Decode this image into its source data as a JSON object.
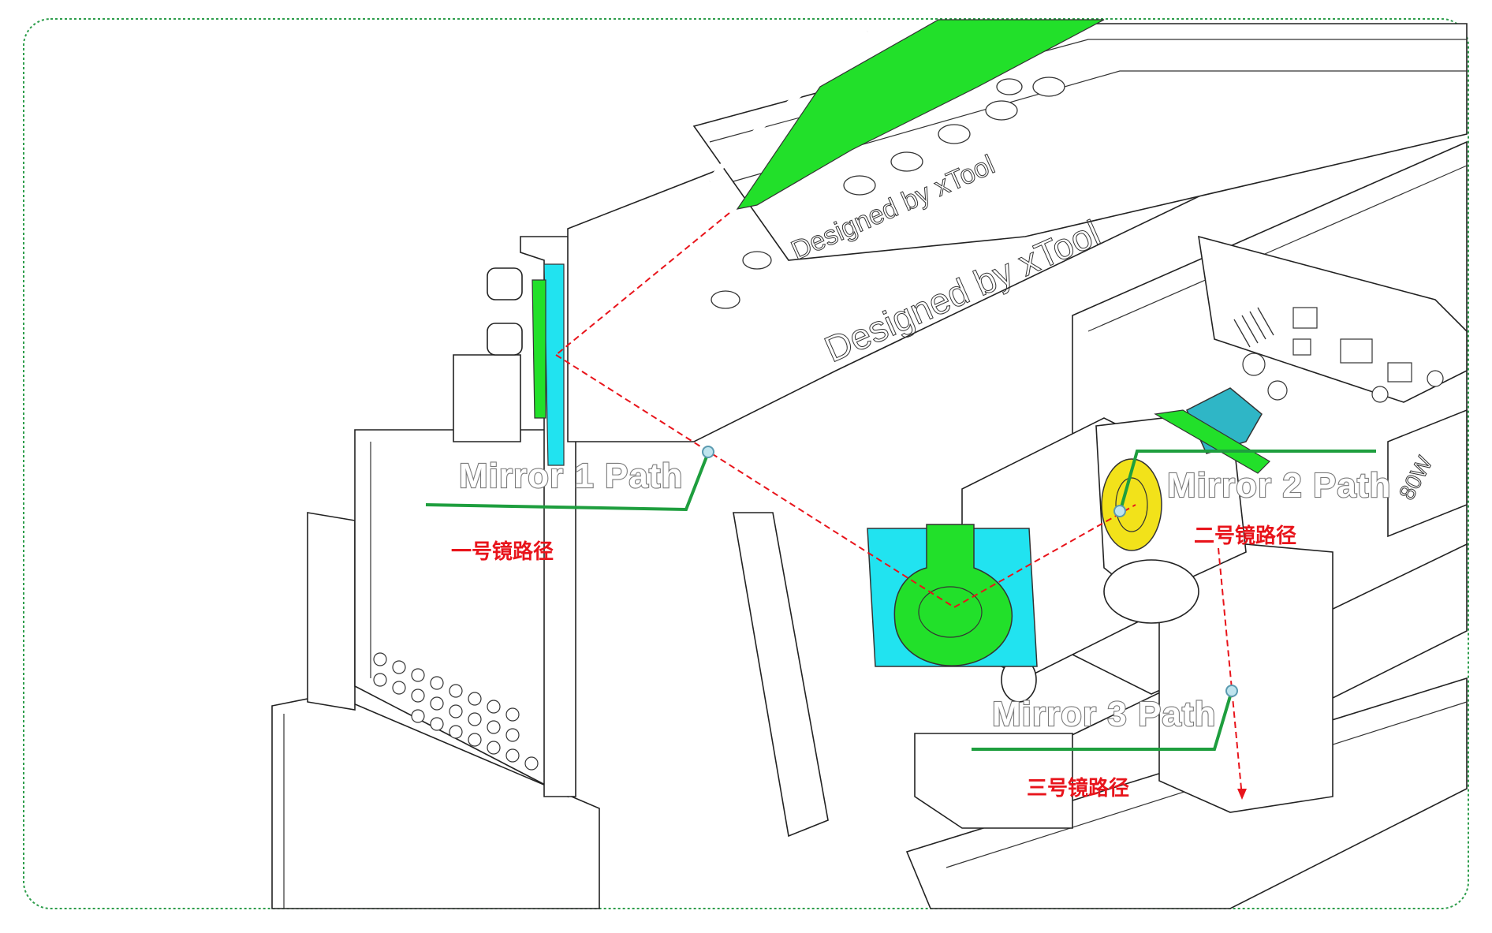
{
  "callouts": [
    {
      "id": "mirror-1",
      "label_en": "Mirror 1 Path",
      "label_zh": "一号镜路径"
    },
    {
      "id": "mirror-2",
      "label_en": "Mirror 2 Path",
      "label_zh": "二号镜路径"
    },
    {
      "id": "mirror-3",
      "label_en": "Mirror 3 Path",
      "label_zh": "三号镜路径"
    }
  ],
  "part_markings": {
    "rail_text_1": "Designed by xTool",
    "rail_text_2": "Designed by xTool",
    "power_badge": "80W"
  },
  "colors": {
    "frame_border": "#2e9e4c",
    "leader_line": "#1e9e3e",
    "beam_path": "#e8141b",
    "highlight_green": "#22e02a",
    "highlight_cyan": "#21e3f0",
    "highlight_yellow": "#f2e21a",
    "highlight_teal": "#2fb6c6",
    "zh_label": "#e8141b"
  }
}
